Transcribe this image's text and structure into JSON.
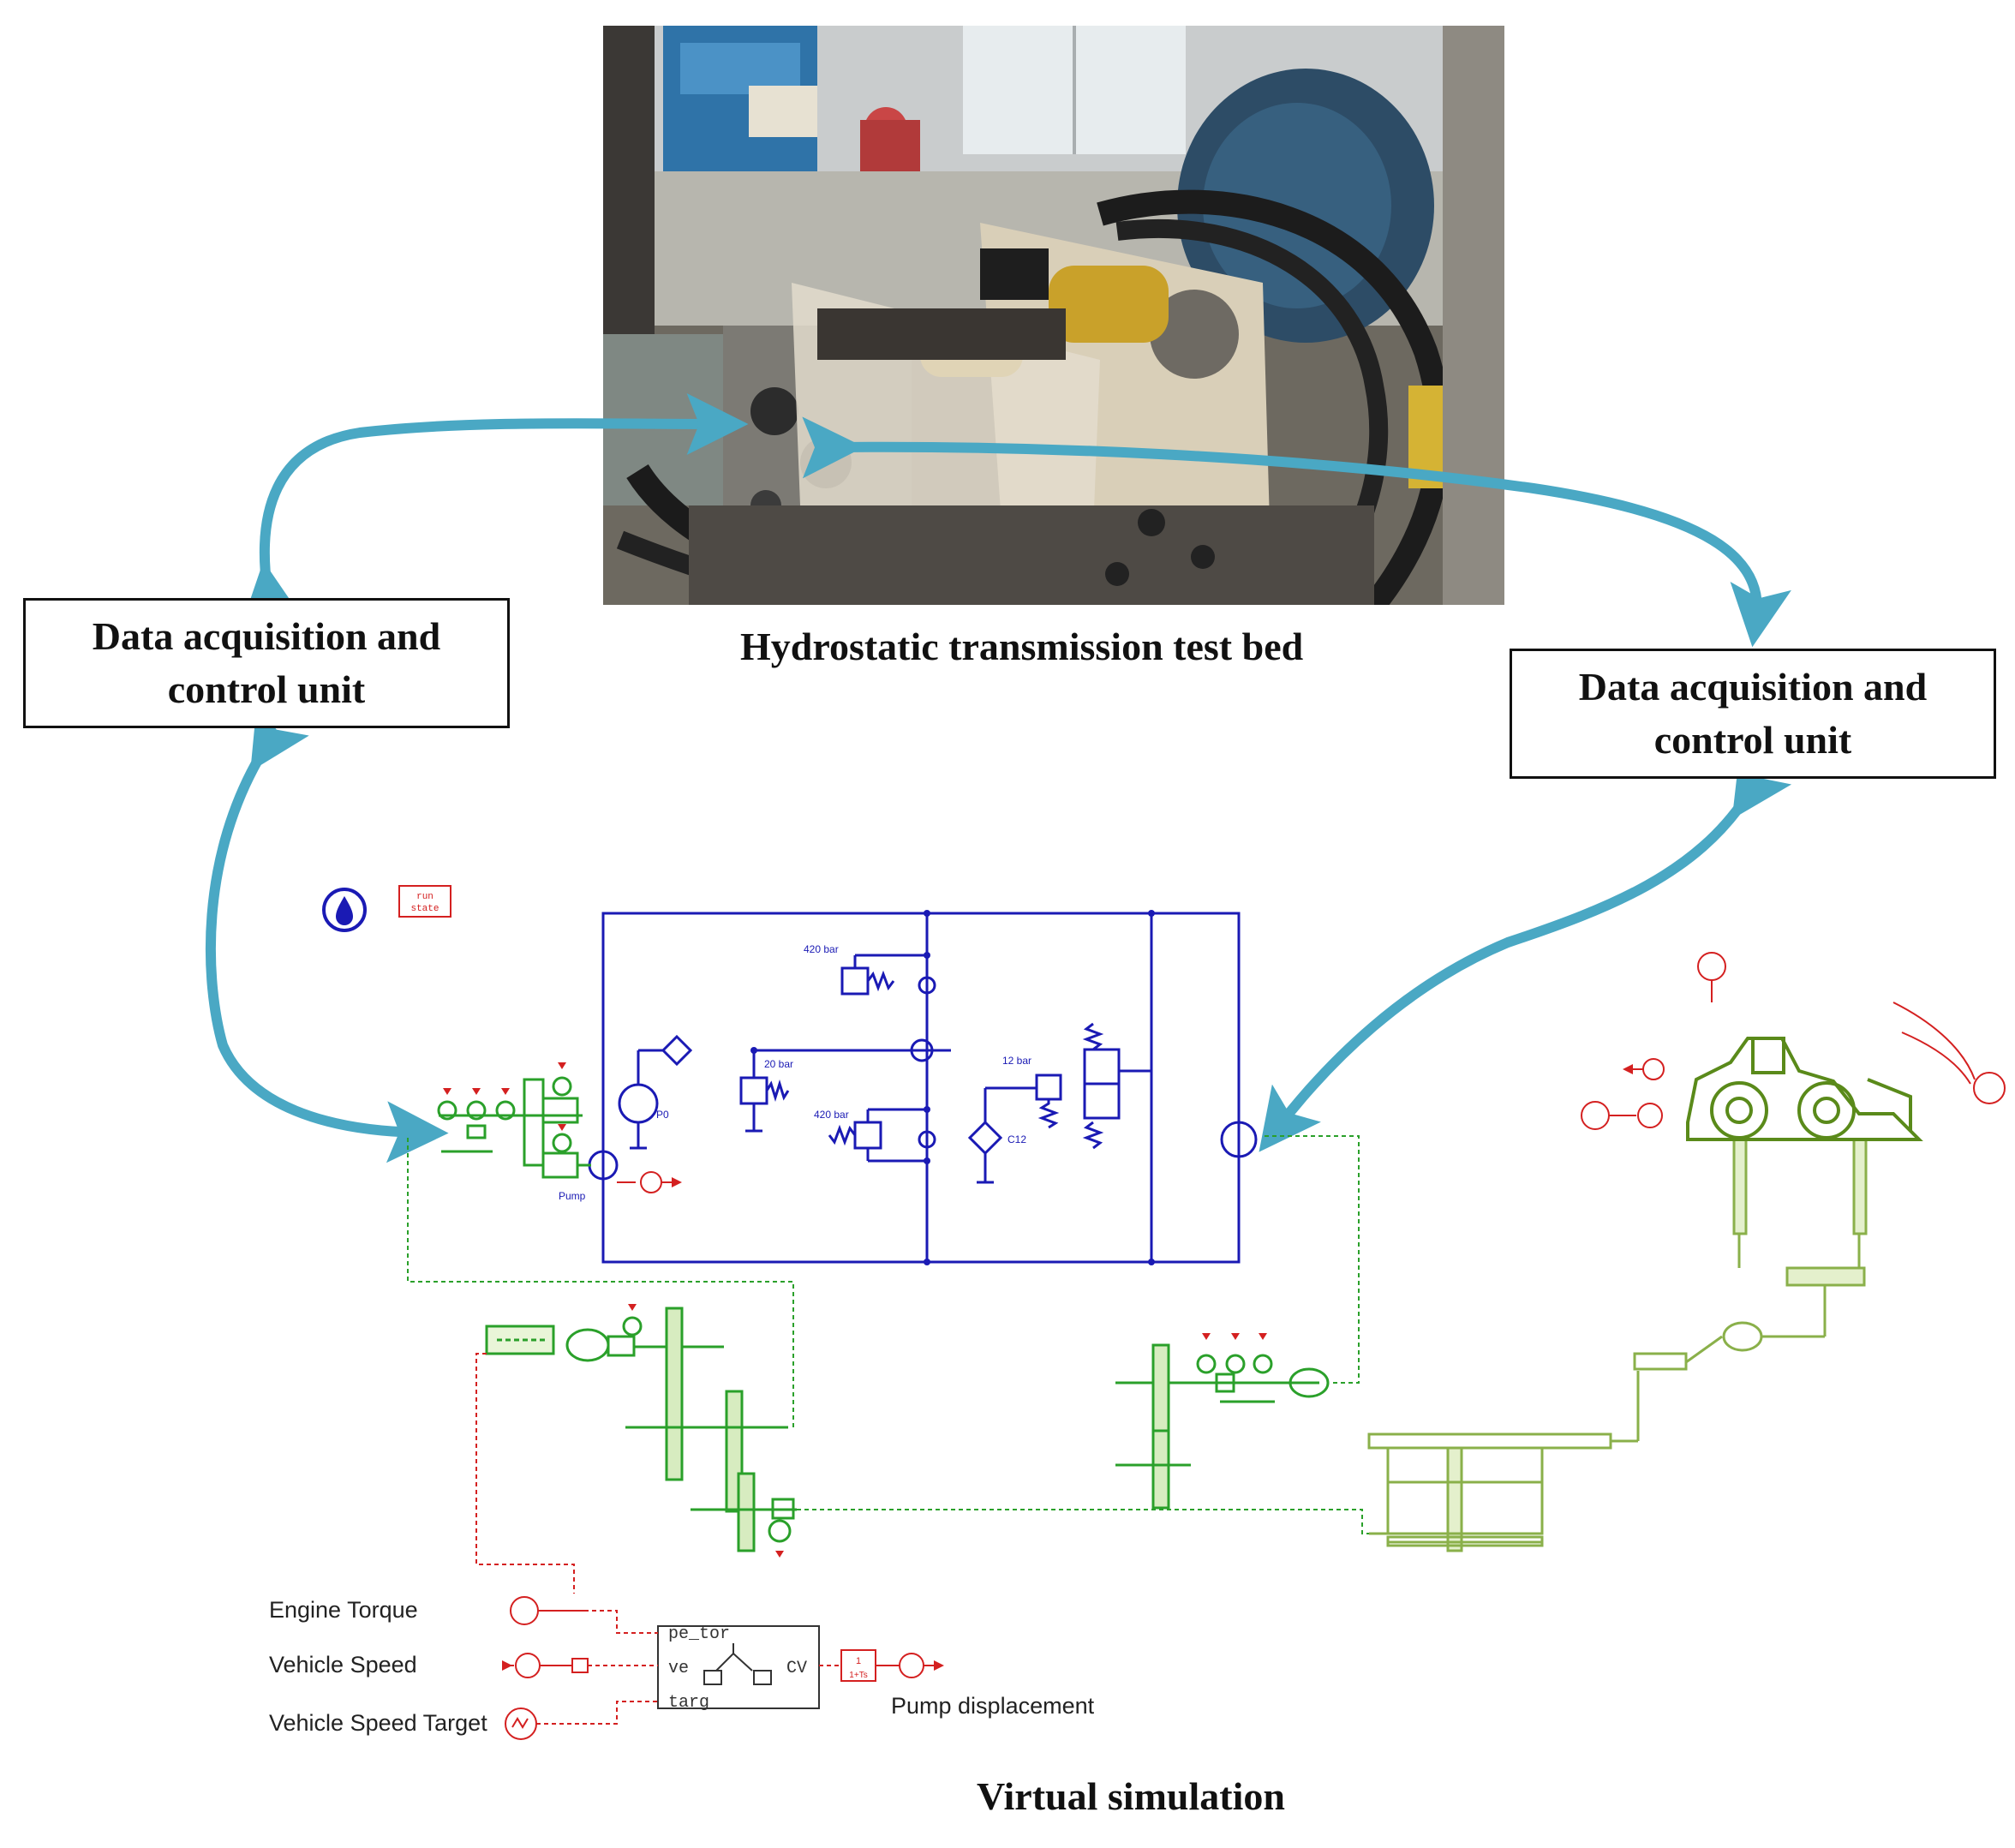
{
  "photo_caption": "Hydrostatic transmission test bed",
  "left_unit": {
    "line1": "Data acquisition and",
    "line2": "control unit"
  },
  "right_unit": {
    "line1": "Data acquisition and",
    "line2": "control unit"
  },
  "bottom_caption": "Virtual simulation",
  "signals": {
    "engine_torque": "Engine Torque",
    "vehicle_speed": "Vehicle Speed",
    "vehicle_speed_target": "Vehicle Speed Target",
    "pump_displacement": "Pump displacement"
  },
  "hydraulic_labels": {
    "relief_top": "420 bar",
    "relief_mid": "20 bar",
    "relief_bottom": "420 bar",
    "relief_right": "12 bar",
    "pump_label": "Pump",
    "p0_label": "P0",
    "c12_label": "C12"
  },
  "colors": {
    "arrow": "#4aa8c4",
    "hydraulic": "#1a1ab4",
    "mechanical": "#2aa02a",
    "signal": "#d42020",
    "vehicle": "#5a8a1a"
  }
}
